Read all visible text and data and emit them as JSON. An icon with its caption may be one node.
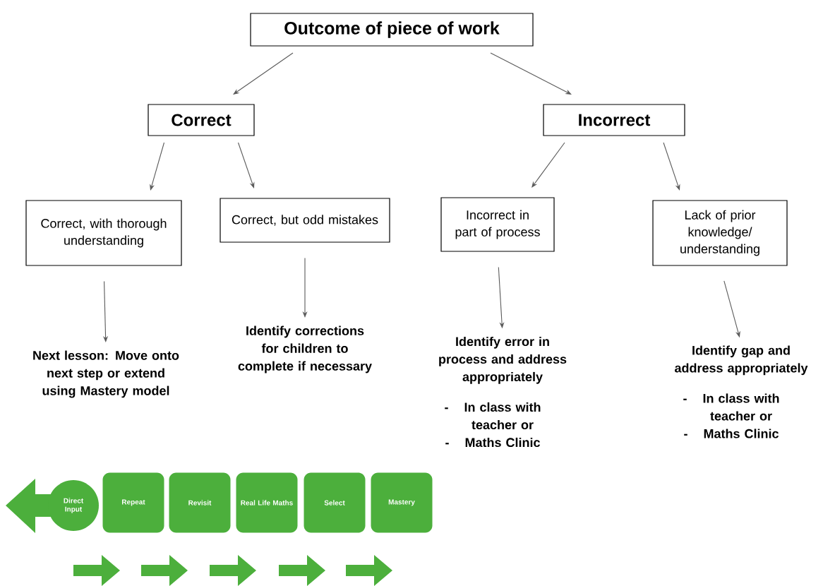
{
  "diagram": {
    "nodes": [
      {
        "text": [
          "Outcome of piece of work"
        ]
      },
      {
        "text": [
          "Correct"
        ]
      },
      {
        "text": [
          "Incorrect"
        ]
      },
      {
        "text": [
          "Correct, with thorough understanding"
        ]
      },
      {
        "text": [
          "Correct, but odd mistakes"
        ]
      },
      {
        "text": [
          "Incorrect in part of process"
        ]
      },
      {
        "text": [
          "Lack of prior knowledge/ understanding"
        ]
      },
      {
        "text": [
          "Next lesson: Move onto next step or extend using Mastery model"
        ]
      },
      {
        "text": [
          "Identify corrections for children to complete if necessary"
        ]
      },
      {
        "text": [
          "Identify error in process and address appropriately",
          "In class with teacher or",
          "Maths Clinic"
        ]
      },
      {
        "text": [
          "Identify gap and address appropriately",
          "In class with teacher or",
          "Maths Clinic"
        ]
      },
      {
        "text": [
          "Direct Input"
        ]
      },
      {
        "text": [
          "Repeat"
        ]
      },
      {
        "text": [
          "Revisit"
        ]
      },
      {
        "text": [
          "Real Life Maths"
        ]
      },
      {
        "text": [
          "Select"
        ]
      },
      {
        "text": [
          "Mastery"
        ]
      }
    ],
    "edges": [
      {
        "from": 0,
        "to": 1,
        "arrow": "to"
      },
      {
        "from": 0,
        "to": 2,
        "arrow": "to"
      },
      {
        "from": 1,
        "to": 3,
        "arrow": "to"
      },
      {
        "from": 1,
        "to": 4,
        "arrow": "to"
      },
      {
        "from": 2,
        "to": 5,
        "arrow": "to"
      },
      {
        "from": 2,
        "to": 6,
        "arrow": "to"
      },
      {
        "from": 3,
        "to": 7,
        "arrow": "to"
      },
      {
        "from": 4,
        "to": 8,
        "arrow": "to"
      },
      {
        "from": 5,
        "to": 9,
        "arrow": "to"
      },
      {
        "from": 6,
        "to": 10,
        "arrow": "to"
      }
    ],
    "labels": [
      "-",
      "-",
      "-",
      "-"
    ]
  }
}
